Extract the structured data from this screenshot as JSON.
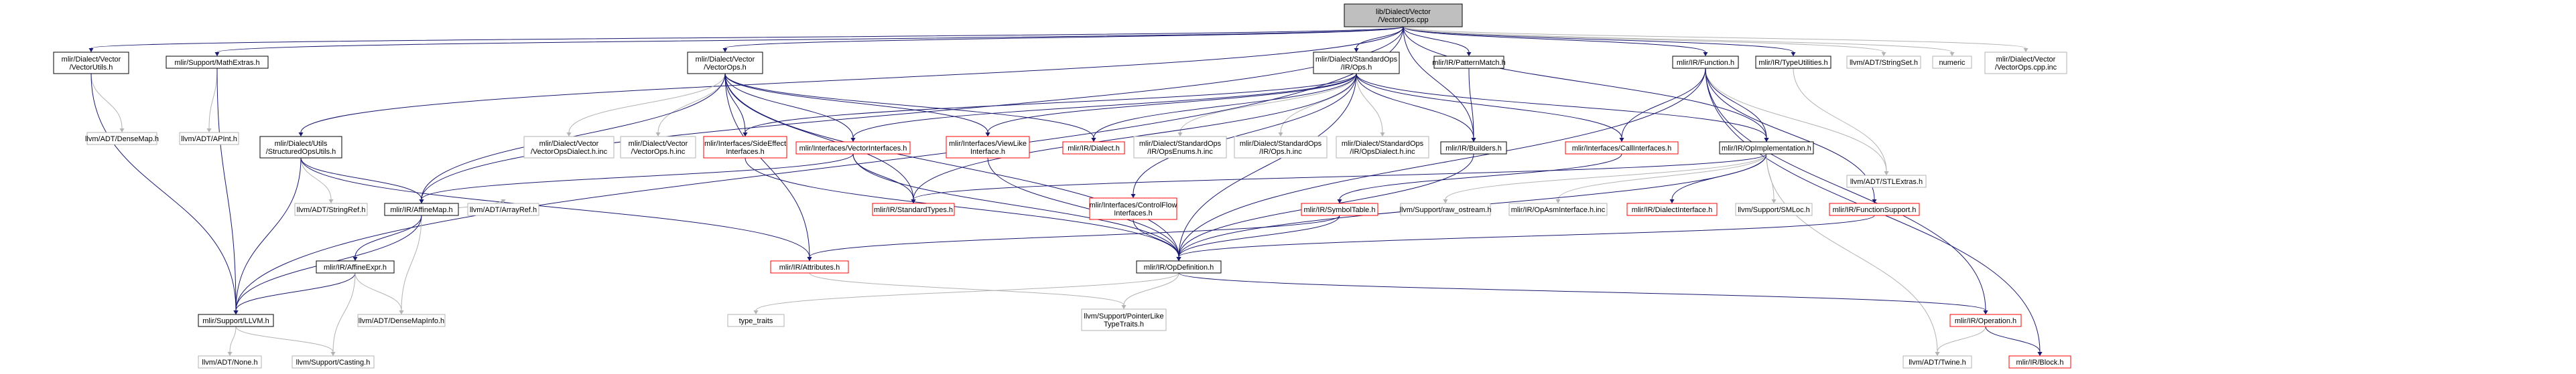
{
  "nodes": [
    {
      "id": "root",
      "lines": [
        "lib/Dialect/Vector",
        "/VectorOps.cpp"
      ],
      "style": "root"
    },
    {
      "id": "vutils",
      "lines": [
        "mlir/Dialect/Vector",
        "/VectorUtils.h"
      ],
      "style": "black"
    },
    {
      "id": "mathext",
      "lines": [
        "mlir/Support/MathExtras.h"
      ],
      "style": "black"
    },
    {
      "id": "vops",
      "lines": [
        "mlir/Dialect/Vector",
        "/VectorOps.h"
      ],
      "style": "black"
    },
    {
      "id": "stdops",
      "lines": [
        "mlir/Dialect/StandardOps",
        "/IR/Ops.h"
      ],
      "style": "black"
    },
    {
      "id": "patmatch",
      "lines": [
        "mlir/IR/PatternMatch.h"
      ],
      "style": "black"
    },
    {
      "id": "function",
      "lines": [
        "mlir/IR/Function.h"
      ],
      "style": "black"
    },
    {
      "id": "typeutil",
      "lines": [
        "mlir/IR/TypeUtilities.h"
      ],
      "style": "black"
    },
    {
      "id": "stringset",
      "lines": [
        "llvm/ADT/StringSet.h"
      ],
      "style": "gray"
    },
    {
      "id": "numeric",
      "lines": [
        "numeric"
      ],
      "style": "gray"
    },
    {
      "id": "vopscppinc",
      "lines": [
        "mlir/Dialect/Vector",
        "/VectorOps.cpp.inc"
      ],
      "style": "gray"
    },
    {
      "id": "densemap",
      "lines": [
        "llvm/ADT/DenseMap.h"
      ],
      "style": "gray"
    },
    {
      "id": "apint",
      "lines": [
        "llvm/ADT/APInt.h"
      ],
      "style": "gray"
    },
    {
      "id": "sopsutils",
      "lines": [
        "mlir/Dialect/Utils",
        "/StructuredOpsUtils.h"
      ],
      "style": "black"
    },
    {
      "id": "vopsdialect",
      "lines": [
        "mlir/Dialect/Vector",
        "/VectorOpsDialect.h.inc"
      ],
      "style": "gray"
    },
    {
      "id": "vopshinc",
      "lines": [
        "mlir/Dialect/Vector",
        "/VectorOps.h.inc"
      ],
      "style": "gray"
    },
    {
      "id": "sideeffect",
      "lines": [
        "mlir/Interfaces/SideEffect",
        "Interfaces.h"
      ],
      "style": "red"
    },
    {
      "id": "vectorif",
      "lines": [
        "mlir/Interfaces/VectorInterfaces.h"
      ],
      "style": "red"
    },
    {
      "id": "viewlike",
      "lines": [
        "mlir/Interfaces/ViewLike",
        "Interface.h"
      ],
      "style": "red"
    },
    {
      "id": "dialect",
      "lines": [
        "mlir/IR/Dialect.h"
      ],
      "style": "red"
    },
    {
      "id": "opsenums",
      "lines": [
        "mlir/Dialect/StandardOps",
        "/IR/OpsEnums.h.inc"
      ],
      "style": "gray"
    },
    {
      "id": "opshinc",
      "lines": [
        "mlir/Dialect/StandardOps",
        "/IR/Ops.h.inc"
      ],
      "style": "gray"
    },
    {
      "id": "opsdialect",
      "lines": [
        "mlir/Dialect/StandardOps",
        "/IR/OpsDialect.h.inc"
      ],
      "style": "gray"
    },
    {
      "id": "builders",
      "lines": [
        "mlir/IR/Builders.h"
      ],
      "style": "black"
    },
    {
      "id": "callif",
      "lines": [
        "mlir/Interfaces/CallInterfaces.h"
      ],
      "style": "red"
    },
    {
      "id": "opimpl",
      "lines": [
        "mlir/IR/OpImplementation.h"
      ],
      "style": "black"
    },
    {
      "id": "stlextras",
      "lines": [
        "llvm/ADT/STLExtras.h"
      ],
      "style": "gray"
    },
    {
      "id": "stringref",
      "lines": [
        "llvm/ADT/StringRef.h"
      ],
      "style": "gray"
    },
    {
      "id": "affinemap",
      "lines": [
        "mlir/IR/AffineMap.h"
      ],
      "style": "black"
    },
    {
      "id": "stdtypes",
      "lines": [
        "mlir/IR/StandardTypes.h"
      ],
      "style": "red"
    },
    {
      "id": "cflow",
      "lines": [
        "mlir/Interfaces/ControlFlow",
        "Interfaces.h"
      ],
      "style": "red"
    },
    {
      "id": "symtable",
      "lines": [
        "mlir/IR/SymbolTable.h"
      ],
      "style": "red"
    },
    {
      "id": "rawostream",
      "lines": [
        "llvm/Support/raw_ostream.h"
      ],
      "style": "gray"
    },
    {
      "id": "opasmif",
      "lines": [
        "mlir/IR/OpAsmInterface.h.inc"
      ],
      "style": "gray"
    },
    {
      "id": "dialectif",
      "lines": [
        "mlir/IR/DialectInterface.h"
      ],
      "style": "red"
    },
    {
      "id": "smloc",
      "lines": [
        "llvm/Support/SMLoc.h"
      ],
      "style": "gray"
    },
    {
      "id": "funcsupport",
      "lines": [
        "mlir/IR/FunctionSupport.h"
      ],
      "style": "red"
    },
    {
      "id": "arrayref",
      "lines": [
        "llvm/ADT/ArrayRef.h"
      ],
      "style": "gray"
    },
    {
      "id": "affineexpr",
      "lines": [
        "mlir/IR/AffineExpr.h"
      ],
      "style": "black"
    },
    {
      "id": "attributes",
      "lines": [
        "mlir/IR/Attributes.h"
      ],
      "style": "red"
    },
    {
      "id": "opdef",
      "lines": [
        "mlir/IR/OpDefinition.h"
      ],
      "style": "black"
    },
    {
      "id": "llvmh",
      "lines": [
        "mlir/Support/LLVM.h"
      ],
      "style": "black"
    },
    {
      "id": "densemapinfo",
      "lines": [
        "llvm/ADT/DenseMapInfo.h"
      ],
      "style": "gray"
    },
    {
      "id": "typetraits",
      "lines": [
        "type_traits"
      ],
      "style": "gray"
    },
    {
      "id": "ptrlike",
      "lines": [
        "llvm/Support/PointerLike",
        "TypeTraits.h"
      ],
      "style": "gray"
    },
    {
      "id": "operation",
      "lines": [
        "mlir/IR/Operation.h"
      ],
      "style": "red"
    },
    {
      "id": "none",
      "lines": [
        "llvm/ADT/None.h"
      ],
      "style": "gray"
    },
    {
      "id": "casting",
      "lines": [
        "llvm/Support/Casting.h"
      ],
      "style": "gray"
    },
    {
      "id": "twine",
      "lines": [
        "llvm/ADT/Twine.h"
      ],
      "style": "gray"
    },
    {
      "id": "block",
      "lines": [
        "mlir/IR/Block.h"
      ],
      "style": "red"
    }
  ]
}
